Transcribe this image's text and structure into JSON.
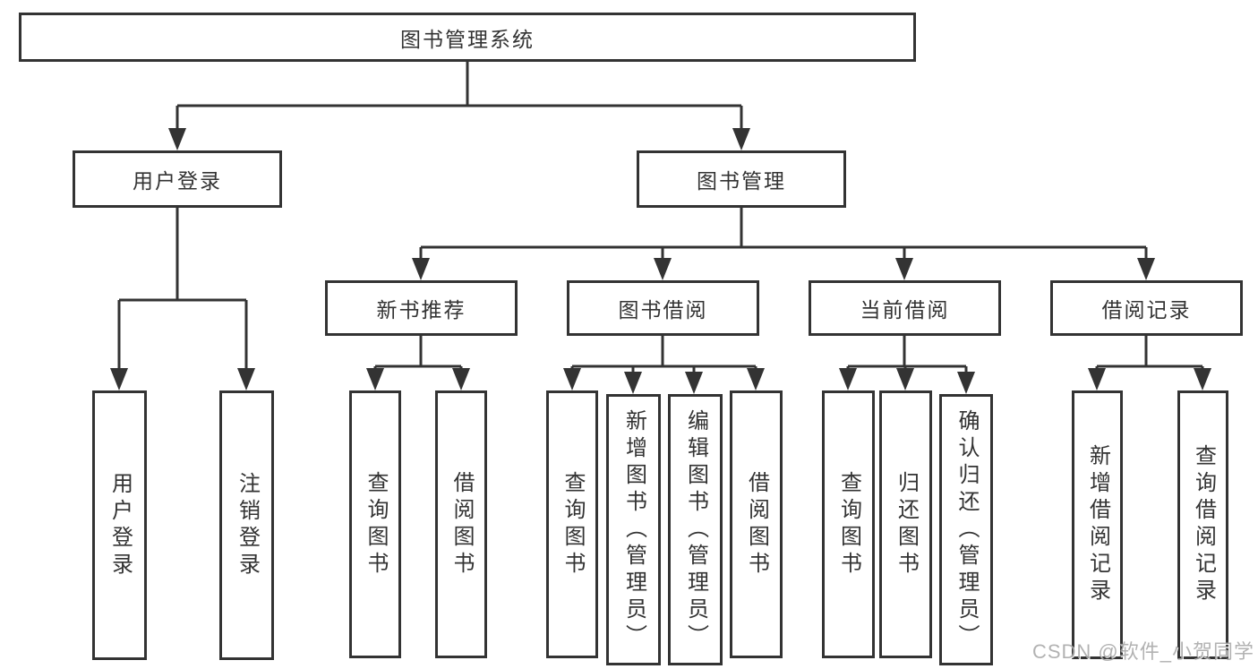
{
  "tree": {
    "label": "图书管理系统",
    "children": [
      {
        "label": "用户登录",
        "children": [
          {
            "label": "用户登录"
          },
          {
            "label": "注销登录"
          }
        ]
      },
      {
        "label": "图书管理",
        "children": [
          {
            "label": "新书推荐",
            "children": [
              {
                "label": "查询图书"
              },
              {
                "label": "借阅图书"
              }
            ]
          },
          {
            "label": "图书借阅",
            "children": [
              {
                "label": "查询图书"
              },
              {
                "label": "新增图书（管理员）"
              },
              {
                "label": "编辑图书（管理员）"
              },
              {
                "label": "借阅图书"
              }
            ]
          },
          {
            "label": "当前借阅",
            "children": [
              {
                "label": "查询图书"
              },
              {
                "label": "归还图书"
              },
              {
                "label": "确认归还（管理员）"
              }
            ]
          },
          {
            "label": "借阅记录",
            "children": [
              {
                "label": "新增借阅记录"
              },
              {
                "label": "查询借阅记录"
              }
            ]
          }
        ]
      }
    ]
  },
  "watermark": {
    "text": "CSDN @软件_小贺同学"
  },
  "colors": {
    "line": "#333333",
    "box_border": "#333333",
    "text": "#333333",
    "background": "#ffffff",
    "watermark": "#a8a8a8"
  }
}
